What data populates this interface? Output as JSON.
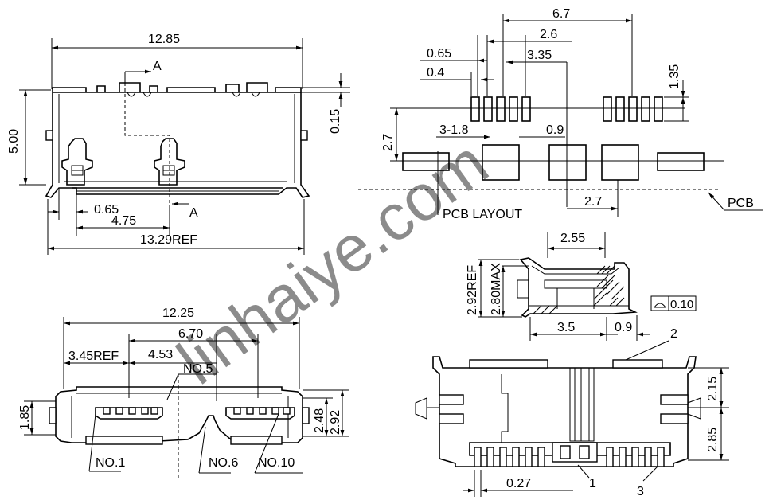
{
  "watermark": "linhaiye.com",
  "front_view": {
    "width_top": "12.85",
    "section_mark_top": "A",
    "section_mark_bottom": "A",
    "height": "5.00",
    "thickness": "0.15",
    "pitch": "0.65",
    "offset": "4.75",
    "width_ref": "13.29REF"
  },
  "pcb_layout": {
    "overall": "6.7",
    "span_a": "2.6",
    "pitch": "0.65",
    "offset_a": "3.35",
    "pad_width": "0.4",
    "pad_height": "1.35",
    "row_gap": "2.7",
    "hole_spec": "3-1.8",
    "pad_gap": "0.9",
    "pad_pitch": "2.7",
    "title": "PCB LAYOUT",
    "edge_label": "PCB"
  },
  "side_view": {
    "width": "2.55",
    "height_ref": "2.92REF",
    "height_max": "2.80MAX",
    "flatness": "0.10",
    "base_len": "3.5",
    "tail_len": "0.9"
  },
  "bottom_view": {
    "overall": "12.25",
    "span": "6.70",
    "ref_left": "3.45REF",
    "gap": "4.53",
    "pin5": "NO.5",
    "height_inner": "1.85",
    "height_a": "2.48",
    "height_b": "2.92",
    "pin1": "NO.1",
    "pin6": "NO.6",
    "pin10": "NO.10"
  },
  "top_view": {
    "callout_1": "1",
    "callout_2": "2",
    "callout_3": "3",
    "pitch": "0.27",
    "height_a": "2.15",
    "height_b": "2.85"
  }
}
